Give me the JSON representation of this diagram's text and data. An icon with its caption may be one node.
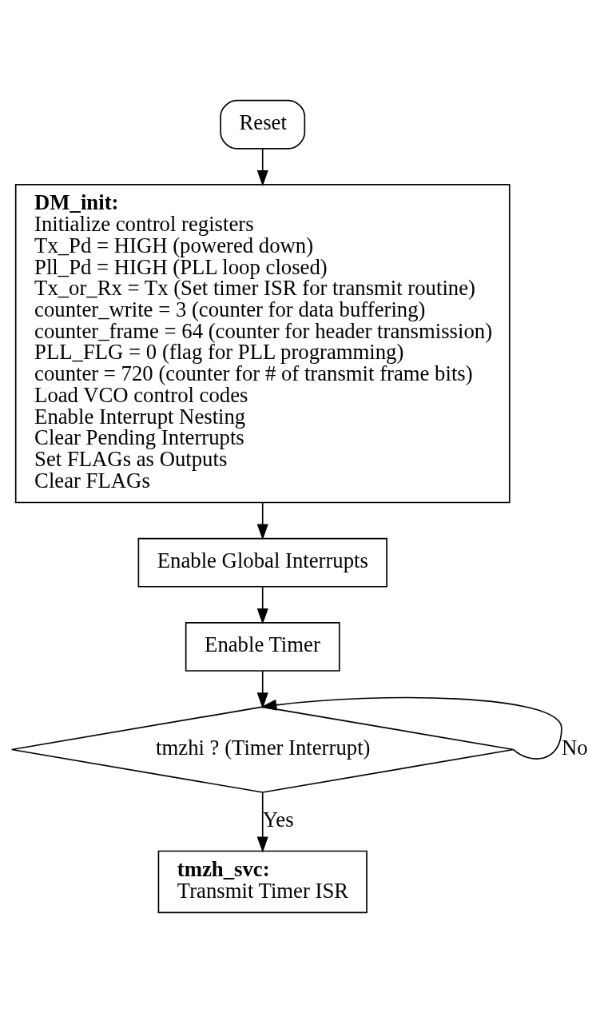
{
  "diagram": {
    "nodes": [
      {
        "text": [
          "Reset"
        ]
      },
      {
        "text": [
          "DM_init:",
          "Initialize control registers",
          "Tx_Pd = HIGH (powered down)",
          "Pll_Pd = HIGH (PLL loop closed)",
          "Tx_or_Rx = Tx (Set timer ISR for transmit routine)",
          "counter_write = 3 (counter for data buffering)",
          "counter_frame = 64 (counter for header transmission)",
          "PLL_FLG = 0 (flag for PLL programming)",
          "counter = 720 (counter for # of transmit frame bits)",
          "Load VCO control codes",
          "Enable Interrupt Nesting",
          "Clear Pending Interrupts",
          "Set FLAGs as Outputs",
          "Clear FLAGs"
        ]
      },
      {
        "text": [
          "Enable Global Interrupts"
        ]
      },
      {
        "text": [
          "Enable Timer"
        ]
      },
      {
        "text": [
          "tmzhi ? (Timer Interrupt)"
        ]
      },
      {
        "text": [
          "tmzh_svc:",
          "Transmit Timer ISR"
        ]
      }
    ],
    "edges": [
      {
        "from": 0,
        "to": 1,
        "arrow": "to"
      },
      {
        "from": 1,
        "to": 2,
        "arrow": "to"
      },
      {
        "from": 2,
        "to": 3,
        "arrow": "to"
      },
      {
        "from": 3,
        "to": 4,
        "arrow": "to"
      },
      {
        "from": 4,
        "to": 4,
        "arrow": "to",
        "label": "No"
      },
      {
        "from": 4,
        "to": 5,
        "arrow": "to",
        "label": "Yes"
      }
    ]
  }
}
